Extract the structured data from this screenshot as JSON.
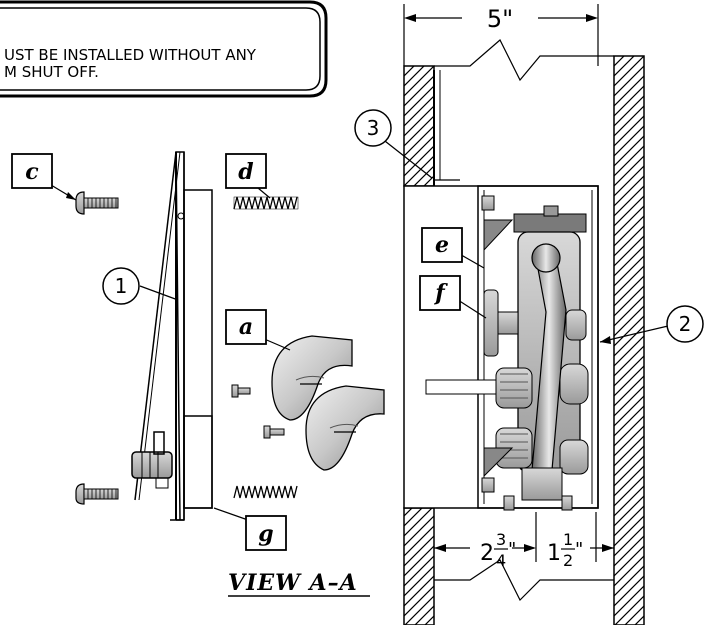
{
  "note": {
    "line1": "UST BE INSTALLED WITHOUT ANY",
    "line2": "M SHUT OFF."
  },
  "view_label": "VIEW  A–A",
  "dimensions": {
    "top_width": "5\"",
    "left_whole": "2",
    "left_num": "3",
    "left_den": "4",
    "left_unit": "\"",
    "right_whole": "1",
    "right_num": "1",
    "right_den": "2",
    "right_unit": "\""
  },
  "callouts": {
    "n1": "1",
    "n2": "2",
    "n3": "3"
  },
  "letters": {
    "a": "a",
    "c": "c",
    "d": "d",
    "e": "e",
    "f": "f",
    "g": "g"
  }
}
